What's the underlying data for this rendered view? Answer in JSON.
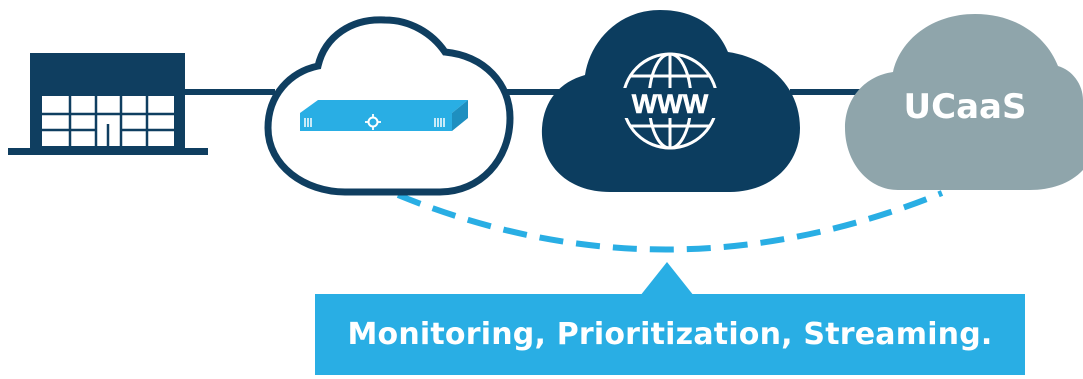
{
  "colors": {
    "navy": "#0f3e60",
    "dark_cloud": "#0c3d5f",
    "gray_cloud": "#8fa5ab",
    "accent_blue": "#29aee4",
    "white": "#ffffff"
  },
  "nodes": {
    "store": {
      "icon": "storefront-icon"
    },
    "local_cloud": {
      "icon": "appliance-icon"
    },
    "internet_cloud": {
      "icon": "globe-icon",
      "label": "WWW"
    },
    "ucaas_cloud": {
      "label": "UCaaS"
    }
  },
  "callout": {
    "text": "Monitoring, Prioritization, Streaming."
  }
}
